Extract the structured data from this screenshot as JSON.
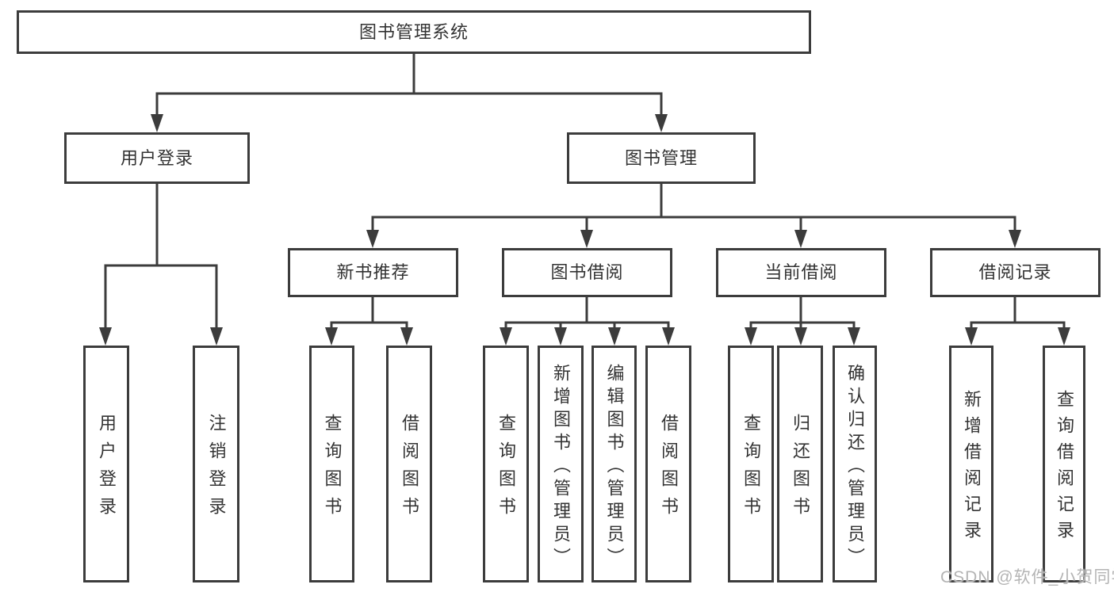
{
  "diagram_title": "图书管理系统",
  "tree": {
    "label": "图书管理系统",
    "children": [
      {
        "label": "用户登录",
        "children": [
          {
            "label": "用户登录"
          },
          {
            "label": "注销登录"
          }
        ]
      },
      {
        "label": "图书管理",
        "children": [
          {
            "label": "新书推荐",
            "children": [
              {
                "label": "查询图书"
              },
              {
                "label": "借阅图书"
              }
            ]
          },
          {
            "label": "图书借阅",
            "children": [
              {
                "label": "查询图书"
              },
              {
                "label": "新增图书（管理员）"
              },
              {
                "label": "编辑图书（管理员）"
              },
              {
                "label": "借阅图书"
              }
            ]
          },
          {
            "label": "当前借阅",
            "children": [
              {
                "label": "查询图书"
              },
              {
                "label": "归还图书"
              },
              {
                "label": "确认归还（管理员）"
              }
            ]
          },
          {
            "label": "借阅记录",
            "children": [
              {
                "label": "新增借阅记录"
              },
              {
                "label": "查询借阅记录"
              }
            ]
          }
        ]
      }
    ]
  },
  "watermark": "CSDN @软件_小贺同学",
  "colors": {
    "line": "#3c3c3c",
    "box_border": "#3c3c3c",
    "text": "#333333",
    "watermark": "#b4b4b4",
    "background": "#ffffff"
  }
}
